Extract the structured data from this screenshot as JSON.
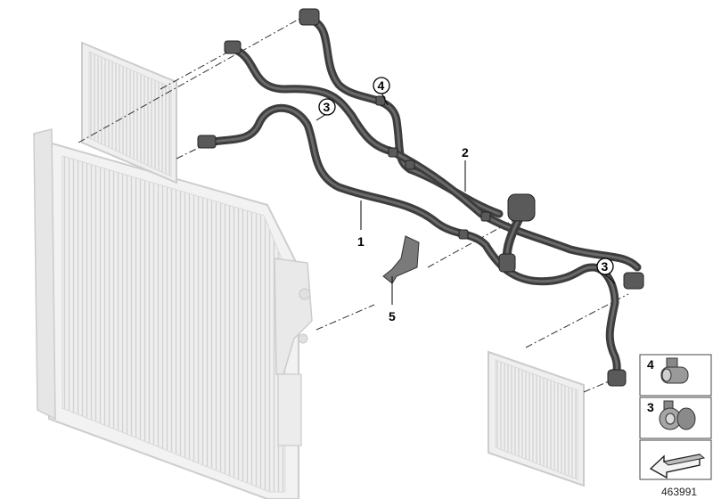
{
  "diagram": {
    "callouts": {
      "hose_1": "1",
      "hose_2": "2",
      "clip_3_top": "3",
      "clip_3_right": "3",
      "clip_4": "4",
      "bracket_5": "5"
    },
    "legend": {
      "clip_4_label": "4",
      "clip_3_label": "3"
    },
    "reference_number": "463991"
  }
}
